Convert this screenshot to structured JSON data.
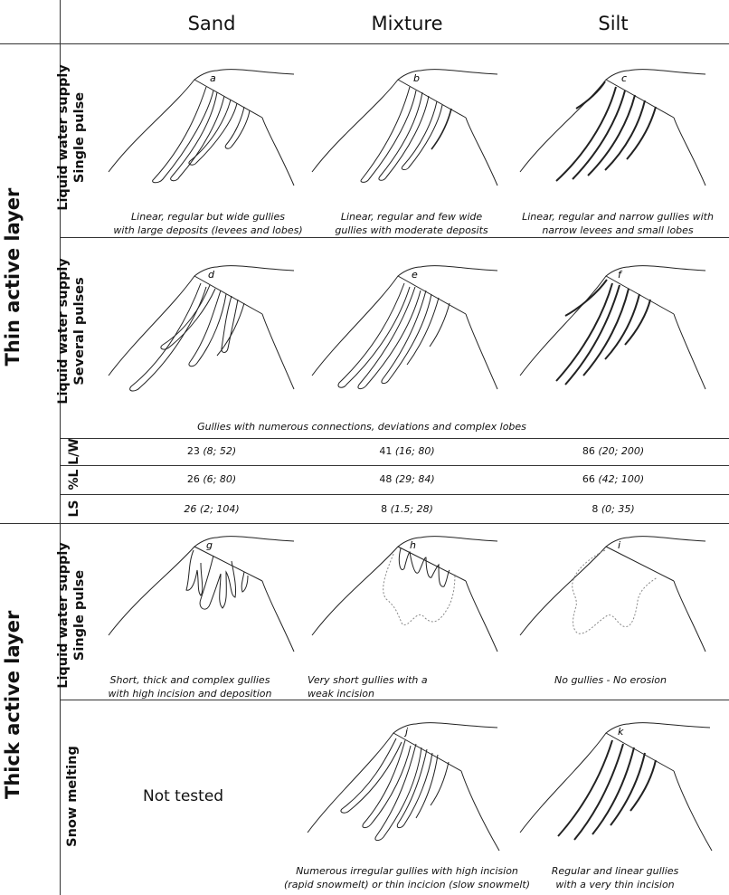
{
  "columns": [
    "Sand",
    "Mixture",
    "Silt"
  ],
  "groups": {
    "thin": "Thin active layer",
    "thick": "Thick active layer"
  },
  "rows": {
    "r1": [
      "Liquid water supply",
      "Single pulse"
    ],
    "r2": [
      "Liquid water supply",
      "Several pulses"
    ],
    "r3": [
      "Liquid water supply",
      "Single pulse"
    ],
    "r4": "Snow melting"
  },
  "panel_labels": [
    "a",
    "b",
    "c",
    "d",
    "e",
    "f",
    "g",
    "h",
    "i",
    "j",
    "k"
  ],
  "captions": {
    "a": [
      "Linear, regular but wide gullies",
      "with large deposits (levees and lobes)"
    ],
    "b": [
      "Linear, regular and few wide",
      "gullies with moderate deposits"
    ],
    "c": [
      "Linear, regular and narrow gullies with",
      "narrow levees and small lobes"
    ],
    "def": "Gullies with numerous connections, deviations and complex lobes",
    "g": [
      "Short, thick and complex gullies",
      "with high incision and deposition"
    ],
    "h": [
      "Very short gullies with a",
      "weak incision"
    ],
    "i": [
      "No gullies - No erosion"
    ],
    "j": [
      "Numerous irregular gullies with high incision",
      "(rapid snowmelt) or thin incicion (slow snowmelt)"
    ],
    "k": [
      "Regular and linear gullies",
      "with a very thin incision"
    ]
  },
  "not_tested": "Not tested",
  "stats": [
    {
      "label": "L/W",
      "values": [
        [
          "23",
          "(8; 52)"
        ],
        [
          "41",
          "(16; 80)"
        ],
        [
          "86",
          "(20; 200)"
        ]
      ]
    },
    {
      "label": "%L",
      "values": [
        [
          "26",
          "(6; 80)"
        ],
        [
          "48",
          "(29; 84)"
        ],
        [
          "66",
          "(42; 100)"
        ]
      ]
    },
    {
      "label": "LS",
      "values": [
        [
          "26",
          "(2; 104)"
        ],
        [
          "8",
          "(1.5; 28)"
        ],
        [
          "8",
          "(0; 35)"
        ]
      ]
    }
  ]
}
